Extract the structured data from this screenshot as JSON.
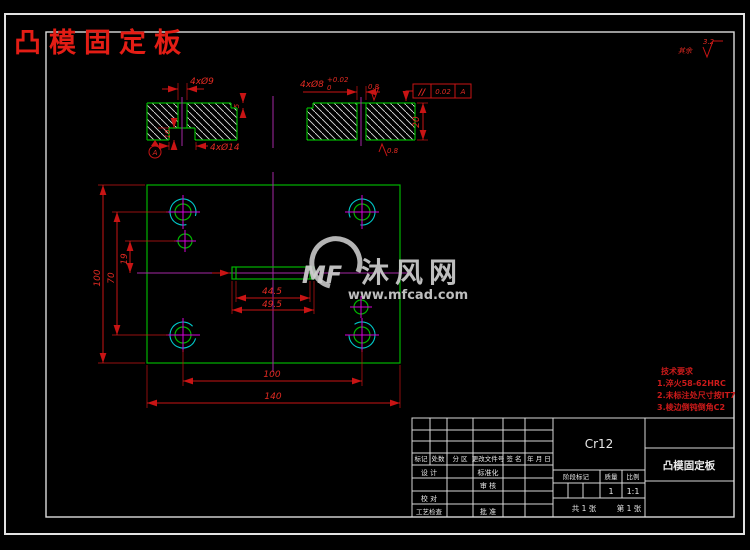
{
  "title": "凸模固定板",
  "finish": {
    "prefix": "其余",
    "value": "3.2"
  },
  "fcf": {
    "sym": "//",
    "val": "0.02",
    "datum": "A"
  },
  "sec": {
    "d_tl": "4xØ9",
    "d_tr": "4xØ8",
    "d_tr_up": "+0.02",
    "d_tr_dn": "0",
    "d_cb": "4xØ14",
    "step": "5",
    "thk": "20",
    "cbd": "10",
    "ra_top": "0.8",
    "ra_bot": "0.8",
    "datum": "A"
  },
  "plan": {
    "h": "100",
    "rows": "70",
    "off": "19",
    "slot_in": "44.5",
    "slot_out": "49.5",
    "cc": "100",
    "w": "140"
  },
  "watermark": {
    "logo": "MF",
    "name": "沐风网",
    "url": "www.mfcad.com"
  },
  "notes": {
    "head": "技术要求",
    "l1": "1.淬火58-62HRC",
    "l2": "2.未标注处尺寸按IT7",
    "l3": "3.棱边倒钝倒角C2"
  },
  "tb": {
    "material": "Cr12",
    "part": "凸模固定板",
    "h1": "标记",
    "h2": "处数",
    "h3": "分 区",
    "h4": "更改文件号",
    "h5": "签 名",
    "h6": "年 月 日",
    "r1l": "设 计",
    "r1m": "标准化",
    "r2m": "审 核",
    "r3l": "校 对",
    "r4l": "工艺检查",
    "r4m": "批 准",
    "s1": "阶段标记",
    "s2": "质量",
    "s3": "比例",
    "qty": "1",
    "scale": "1:1",
    "sheets": "共 1 张",
    "sheet": "第 1 张"
  }
}
